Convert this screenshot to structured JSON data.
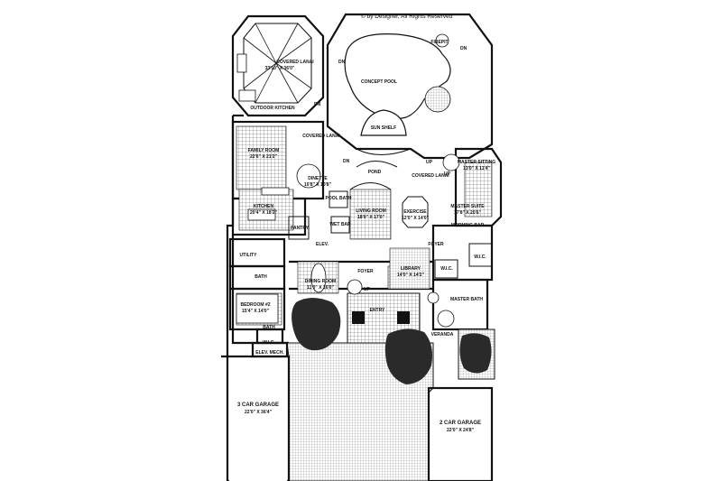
{
  "copyright": "© by Designer, All Rights Reserved",
  "rooms": {
    "covered_lanai_top": {
      "name": "COVERED LANAI",
      "dim": "33'10\" X 36'0\""
    },
    "outdoor_kitchen": {
      "name": "OUTDOOR KITCHEN"
    },
    "concept_pool": {
      "name": "CONCEPT POOL"
    },
    "firepit": {
      "name": "FIREPIT"
    },
    "sun_shelf": {
      "name": "SUN SHELF"
    },
    "family_room": {
      "name": "FAMILY ROOM",
      "dim": "22'6\" X 21'2\""
    },
    "covered_lanai_left": {
      "name": "COVERED LANAI"
    },
    "pond": {
      "name": "POND"
    },
    "covered_lanai_right": {
      "name": "COVERED LANAI"
    },
    "master_sitting": {
      "name": "MASTER SITTING",
      "dim": "13'0\" X 11'4\""
    },
    "dinette": {
      "name": "DINETTE",
      "dim": "10'8\" X 10'8\""
    },
    "pool_bath": {
      "name": "POOL BATH"
    },
    "kitchen": {
      "name": "KITCHEN",
      "dim": "20'4\" X 18'2\""
    },
    "living_room": {
      "name": "LIVING ROOM",
      "dim": "18'0\" X 17'0\""
    },
    "exercise": {
      "name": "EXERCISE",
      "dim": "12'0\" X 14'0\""
    },
    "master_suite": {
      "name": "MASTER SUITE",
      "dim": "17'8\" X 20'6\""
    },
    "morning_bar": {
      "name": "MORNING BAR"
    },
    "wet_bar": {
      "name": "WET BAR"
    },
    "pantry": {
      "name": "PANTRY"
    },
    "elev_top": {
      "name": "ELEV."
    },
    "foyer_right": {
      "name": "FOYER"
    },
    "utility": {
      "name": "UTILITY"
    },
    "bath_left": {
      "name": "BATH"
    },
    "foyer_center": {
      "name": "FOYER"
    },
    "library": {
      "name": "LIBRARY",
      "dim": "14'0\" X 14'2\""
    },
    "wic_1": {
      "name": "W.I.C."
    },
    "wic_2": {
      "name": "W.I.C."
    },
    "dining_room": {
      "name": "DINING ROOM",
      "dim": "11'0\" X 16'0\""
    },
    "bedroom2": {
      "name": "BEDROOM #2",
      "dim": "15'4\" X 14'0\""
    },
    "entry": {
      "name": "ENTRY"
    },
    "master_bath": {
      "name": "MASTER BATH"
    },
    "veranda": {
      "name": "VERANDA"
    },
    "wic_3": {
      "name": "W.I.C."
    },
    "bath_bed": {
      "name": "BATH"
    },
    "elev_mech": {
      "name": "ELEV. MECH."
    },
    "garage_3car": {
      "name": "3 CAR GARAGE",
      "dim": "22'0\" X 36'4\""
    },
    "garage_2car": {
      "name": "2 CAR GARAGE",
      "dim": "22'0\" X 24'8\""
    }
  },
  "markers": {
    "dn_1": "DN",
    "dn_2": "DN",
    "dn_3": "DN",
    "dn_4": "DN",
    "up_1": "UP",
    "up_2": "UP",
    "up_3": "UP"
  }
}
